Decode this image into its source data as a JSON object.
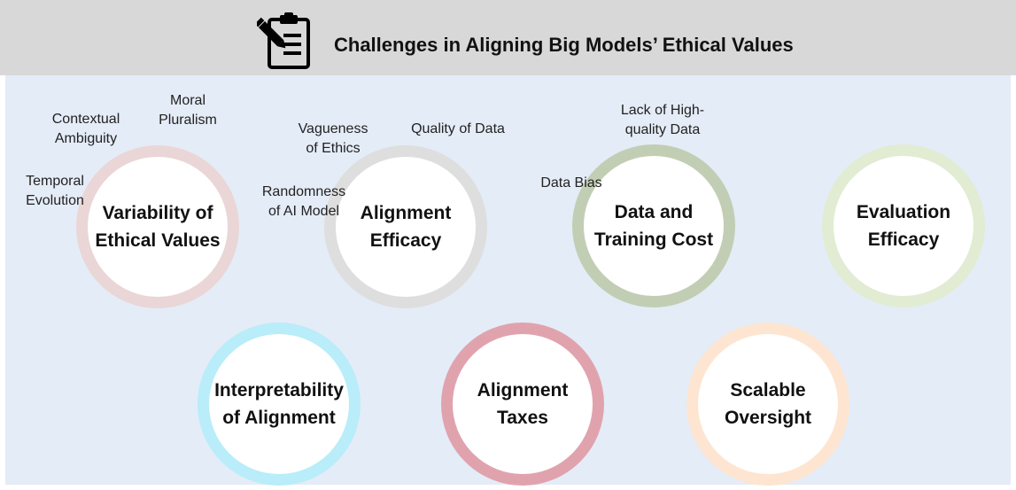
{
  "title": "Challenges in Aligning Big Models’ Ethical Values",
  "colors": {
    "header_bg": "#d8d8d8",
    "panel_bg": "#e4ecf7",
    "variability": "#ead6d6",
    "alignment_efficacy": "#dedede",
    "data_training": "#c2ceb4",
    "evaluation": "#e1ecd3",
    "interpretability": "#b8edf9",
    "alignment_taxes": "#e0a3ad",
    "scalable_oversight": "#fde5d1"
  },
  "challenges": {
    "variability": {
      "label": "Variability of\nEthical Values"
    },
    "alignment_efficacy": {
      "label": "Alignment\nEfficacy"
    },
    "data_training": {
      "label": "Data and\nTraining Cost"
    },
    "evaluation": {
      "label": "Evaluation\nEfficacy"
    },
    "interpretability": {
      "label": "Interpretability\nof Alignment"
    },
    "alignment_taxes": {
      "label": "Alignment\nTaxes"
    },
    "scalable_oversight": {
      "label": "Scalable\nOversight"
    }
  },
  "sub_factors": {
    "moral_pluralism": "Moral\nPluralism",
    "contextual_ambiguity": "Contextual\nAmbiguity",
    "temporal_evolution": "Temporal\nEvolution",
    "vagueness_of_ethics": "Vagueness\nof Ethics",
    "quality_of_data": "Quality of Data",
    "randomness_of_ai_model": "Randomness\nof AI Model",
    "lack_of_high_quality_data": "Lack of High-\nquality Data",
    "data_bias": "Data Bias"
  },
  "icons": {
    "header": "clipboard-pencil-icon"
  }
}
